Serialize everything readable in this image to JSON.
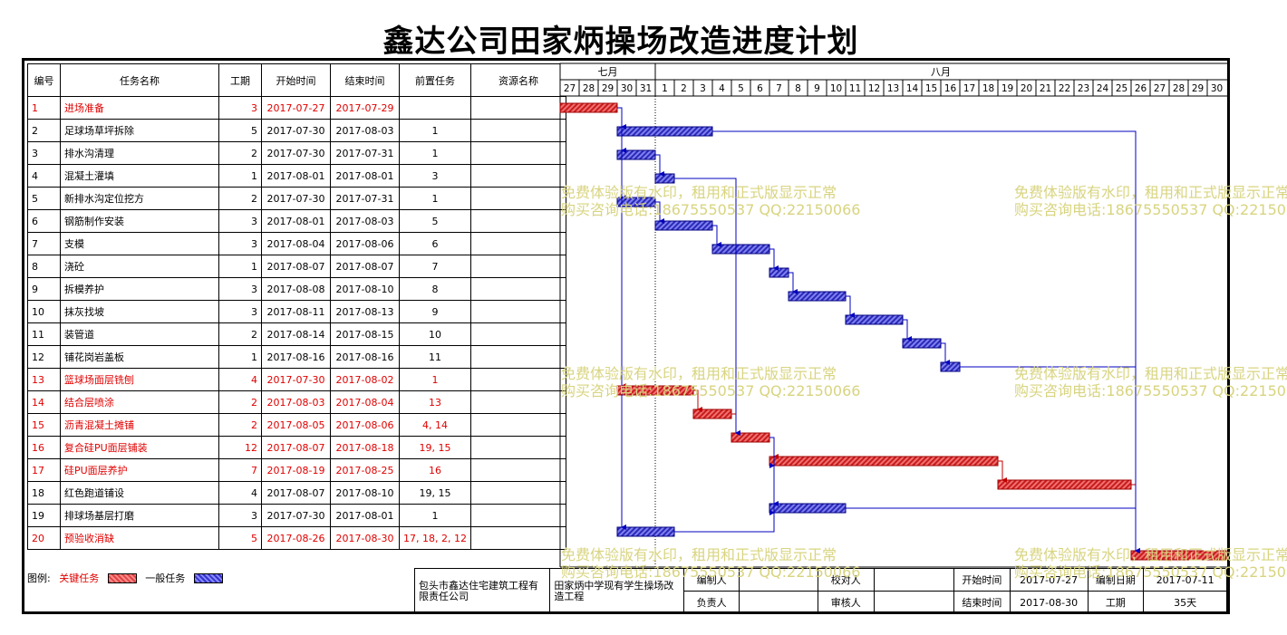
{
  "title": "鑫达公司田家炳操场改造进度计划",
  "headers": {
    "no": "编号",
    "name": "任务名称",
    "dur": "工期",
    "start": "开始时间",
    "end": "结束时间",
    "pred": "前置任务",
    "res": "资源名称"
  },
  "tasks": [
    {
      "no": "1",
      "name": "进场准备",
      "dur": "3",
      "start": "2017-07-27",
      "end": "2017-07-29",
      "pred": "",
      "critical": true
    },
    {
      "no": "2",
      "name": "足球场草坪拆除",
      "dur": "5",
      "start": "2017-07-30",
      "end": "2017-08-03",
      "pred": "1",
      "critical": false
    },
    {
      "no": "3",
      "name": "排水沟清理",
      "dur": "2",
      "start": "2017-07-30",
      "end": "2017-07-31",
      "pred": "1",
      "critical": false
    },
    {
      "no": "4",
      "name": "混凝土灌填",
      "dur": "1",
      "start": "2017-08-01",
      "end": "2017-08-01",
      "pred": "3",
      "critical": false
    },
    {
      "no": "5",
      "name": "新排水沟定位挖方",
      "dur": "2",
      "start": "2017-07-30",
      "end": "2017-07-31",
      "pred": "1",
      "critical": false
    },
    {
      "no": "6",
      "name": "钢筋制作安装",
      "dur": "3",
      "start": "2017-08-01",
      "end": "2017-08-03",
      "pred": "5",
      "critical": false
    },
    {
      "no": "7",
      "name": "支模",
      "dur": "3",
      "start": "2017-08-04",
      "end": "2017-08-06",
      "pred": "6",
      "critical": false
    },
    {
      "no": "8",
      "name": "浇砼",
      "dur": "1",
      "start": "2017-08-07",
      "end": "2017-08-07",
      "pred": "7",
      "critical": false
    },
    {
      "no": "9",
      "name": "拆模养护",
      "dur": "3",
      "start": "2017-08-08",
      "end": "2017-08-10",
      "pred": "8",
      "critical": false
    },
    {
      "no": "10",
      "name": "抹灰找坡",
      "dur": "3",
      "start": "2017-08-11",
      "end": "2017-08-13",
      "pred": "9",
      "critical": false
    },
    {
      "no": "11",
      "name": "装管道",
      "dur": "2",
      "start": "2017-08-14",
      "end": "2017-08-15",
      "pred": "10",
      "critical": false
    },
    {
      "no": "12",
      "name": "铺花岗岩盖板",
      "dur": "1",
      "start": "2017-08-16",
      "end": "2017-08-16",
      "pred": "11",
      "critical": false
    },
    {
      "no": "13",
      "name": "篮球场面层铣刨",
      "dur": "4",
      "start": "2017-07-30",
      "end": "2017-08-02",
      "pred": "1",
      "critical": true
    },
    {
      "no": "14",
      "name": "结合层喷涂",
      "dur": "2",
      "start": "2017-08-03",
      "end": "2017-08-04",
      "pred": "13",
      "critical": true
    },
    {
      "no": "15",
      "name": "沥青混凝土摊铺",
      "dur": "2",
      "start": "2017-08-05",
      "end": "2017-08-06",
      "pred": "4, 14",
      "critical": true
    },
    {
      "no": "16",
      "name": "复合硅PU面层铺装",
      "dur": "12",
      "start": "2017-08-07",
      "end": "2017-08-18",
      "pred": "19, 15",
      "critical": true
    },
    {
      "no": "17",
      "name": "硅PU面层养护",
      "dur": "7",
      "start": "2017-08-19",
      "end": "2017-08-25",
      "pred": "16",
      "critical": true
    },
    {
      "no": "18",
      "name": "红色跑道铺设",
      "dur": "4",
      "start": "2017-08-07",
      "end": "2017-08-10",
      "pred": "19, 15",
      "critical": false
    },
    {
      "no": "19",
      "name": "排球场基层打磨",
      "dur": "3",
      "start": "2017-07-30",
      "end": "2017-08-01",
      "pred": "1",
      "critical": false
    },
    {
      "no": "20",
      "name": "预验收消缺",
      "dur": "5",
      "start": "2017-08-26",
      "end": "2017-08-30",
      "pred": "17, 18, 2, 12",
      "critical": true
    }
  ],
  "timeline": {
    "months": [
      {
        "label": "七月"
      },
      {
        "label": "八月"
      }
    ],
    "days": [
      "27",
      "28",
      "29",
      "30",
      "31",
      "1",
      "2",
      "3",
      "4",
      "5",
      "6",
      "7",
      "8",
      "9",
      "10",
      "11",
      "12",
      "13",
      "14",
      "15",
      "16",
      "17",
      "18",
      "19",
      "20",
      "21",
      "22",
      "23",
      "24",
      "25",
      "26",
      "27",
      "28",
      "29",
      "30"
    ],
    "start_date": "2017-07-27"
  },
  "dependencies": [
    [
      1,
      2
    ],
    [
      1,
      3
    ],
    [
      1,
      5
    ],
    [
      1,
      13
    ],
    [
      1,
      19
    ],
    [
      3,
      4
    ],
    [
      5,
      6
    ],
    [
      6,
      7
    ],
    [
      7,
      8
    ],
    [
      8,
      9
    ],
    [
      9,
      10
    ],
    [
      10,
      11
    ],
    [
      11,
      12
    ],
    [
      13,
      14
    ],
    [
      14,
      15
    ],
    [
      4,
      15
    ],
    [
      15,
      16
    ],
    [
      19,
      16
    ],
    [
      15,
      18
    ],
    [
      19,
      18
    ],
    [
      16,
      17
    ],
    [
      17,
      20
    ],
    [
      18,
      20
    ],
    [
      2,
      20
    ],
    [
      12,
      20
    ]
  ],
  "colors": {
    "critical": "#e03030",
    "normal": "#3a3ad0",
    "critical_line": "#c00000",
    "normal_line": "#0000c0",
    "watermark": "#d8d480"
  },
  "watermark": {
    "line1": "免费体验版有水印，租用和正式版显示正常",
    "line2": "购买咨询电话:18675550537 QQ:22150066"
  },
  "legend": {
    "label": "图例:",
    "critical": "关键任务",
    "normal": "一般任务"
  },
  "footer": {
    "company": "包头市鑫达住宅建筑工程有限责任公司",
    "project": "田家炳中学现有学生操场改造工程",
    "editor_label": "编制人",
    "editor": "",
    "checker_label": "校对人",
    "checker": "",
    "lead_label": "负责人",
    "lead": "",
    "reviewer_label": "审核人",
    "reviewer": "",
    "start_label": "开始时间",
    "start": "2017-07-27",
    "end_label": "结束时间",
    "end": "2017-08-30",
    "date_label": "编制日期",
    "date": "2017-07-11",
    "dur_label": "工期",
    "dur": "35天"
  }
}
